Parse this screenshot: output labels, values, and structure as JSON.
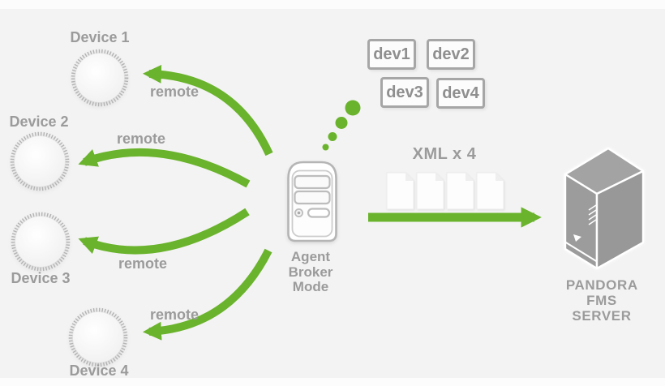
{
  "devices": [
    {
      "label": "Device 1",
      "link_label": "remote"
    },
    {
      "label": "Device 2",
      "link_label": "remote"
    },
    {
      "label": "Device 3",
      "link_label": "remote"
    },
    {
      "label": "Device 4",
      "link_label": "remote"
    }
  ],
  "broker": {
    "label": "Agent\nBroker\nMode",
    "icon": "computer-tower-icon"
  },
  "tags": [
    "dev1",
    "dev2",
    "dev3",
    "dev4"
  ],
  "xml": {
    "label": "XML x 4",
    "icon": "four-documents-icon",
    "count": 4
  },
  "server": {
    "label": "PANDORA FMS\nSERVER",
    "icon": "server-tower-3d-icon"
  },
  "colors": {
    "green": "#6ab32c",
    "text_grey": "#9b9b9b",
    "box_grey": "#a6a6a6",
    "server_grey": "#9c9c9c",
    "bg": "#f3f3f3"
  }
}
